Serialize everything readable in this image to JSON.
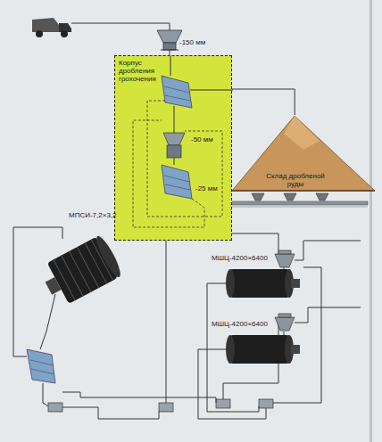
{
  "diagram": {
    "nodes": [
      {
        "text": [
          "Корпус дробления грохочения"
        ]
      },
      {
        "text": [
          "Склад дробленой руды"
        ]
      }
    ],
    "edges": [
      {
        "from": 0,
        "to": 1,
        "arrow": "none"
      }
    ],
    "labels": [
      "-150 мм",
      "-50 мм",
      "-25 мм",
      "МПСИ-7,2×3,2",
      "МШЦ-4200×6400",
      "МШЦ-4200×6400"
    ]
  }
}
